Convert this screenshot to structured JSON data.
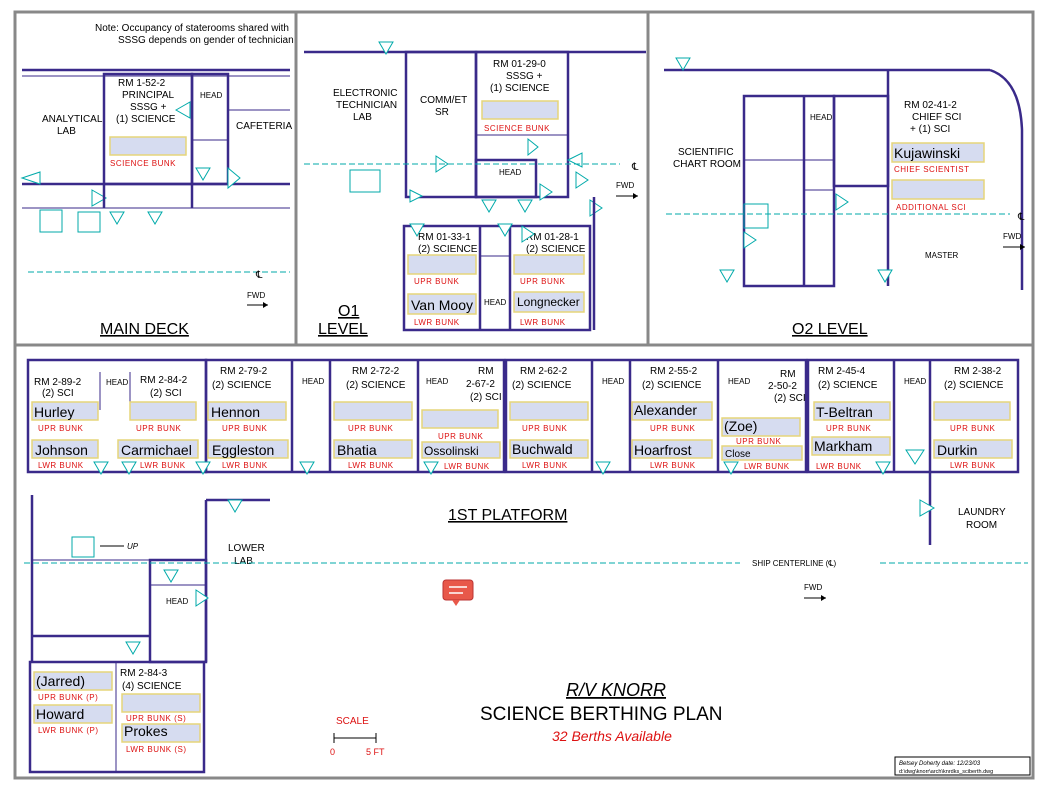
{
  "note": {
    "line1": "Note:   Occupancy of staterooms shared with",
    "line2": "SSSG depends on gender of technician"
  },
  "panels": {
    "main_deck": "MAIN DECK",
    "o1_line1": "O1",
    "o1_line2": "LEVEL",
    "o2_level": "O2 LEVEL",
    "first_platform": "1ST PLATFORM"
  },
  "rooms": {
    "analytical_lab": [
      "ANALYTICAL",
      "LAB"
    ],
    "cafeteria": "CAFETERIA",
    "rm152": [
      "RM 1-52-2",
      "PRINCIPAL",
      "SSSG +",
      "(1) SCIENCE"
    ],
    "science_bunk": "SCIENCE BUNK",
    "electronic_lab": [
      "ELECTRONIC",
      "TECHNICIAN",
      "LAB"
    ],
    "comm_et": [
      "COMM/ET",
      "SR"
    ],
    "rm01290": [
      "RM 01-29-0",
      "SSSG +",
      "(1) SCIENCE"
    ],
    "rm01331": [
      "RM 01-33-1",
      "(2) SCIENCE"
    ],
    "rm01281": [
      "RM 01-28-1",
      "(2) SCIENCE"
    ],
    "scientific_chart": [
      "SCIENTIFIC",
      "CHART ROOM"
    ],
    "rm02412": [
      "RM 02-41-2",
      "CHIEF SCI",
      "+ (1) SCI"
    ],
    "chief_scientist": "CHIEF SCIENTIST",
    "additional_sci": "ADDITIONAL SCI",
    "master": "MASTER",
    "rm2892": [
      "RM 2-89-2",
      "(2) SCI"
    ],
    "rm2842": [
      "RM 2-84-2",
      "(2) SCI"
    ],
    "rm2792": [
      "RM 2-79-2",
      "(2) SCIENCE"
    ],
    "rm2722": [
      "RM 2-72-2",
      "(2) SCIENCE"
    ],
    "rm2672": [
      "RM",
      "2-67-2",
      "(2) SCI"
    ],
    "rm2622": [
      "RM 2-62-2",
      "(2) SCIENCE"
    ],
    "rm2552": [
      "RM 2-55-2",
      "(2) SCIENCE"
    ],
    "rm2502": [
      "RM",
      "2-50-2",
      "(2) SCI"
    ],
    "rm2454": [
      "RM 2-45-4",
      "(2) SCIENCE"
    ],
    "rm2382": [
      "RM 2-38-2",
      "(2) SCIENCE"
    ],
    "laundry": [
      "LAUNDRY",
      "ROOM"
    ],
    "lower_lab": [
      "LOWER",
      "LAB"
    ],
    "rm2843": [
      "RM 2-84-3",
      "(4) SCIENCE"
    ]
  },
  "labels": {
    "head": "HEAD",
    "upr_bunk": "UPR BUNK",
    "lwr_bunk": "LWR BUNK",
    "upr_bunk_p": "UPR BUNK (P)",
    "lwr_bunk_p": "LWR BUNK (P)",
    "upr_bunk_s": "UPR BUNK (S)",
    "lwr_bunk_s": "LWR BUNK (S)",
    "fwd": "FWD",
    "up": "UP",
    "cl": "℄",
    "ship_centerline": "SHIP CENTERLINE (℄)"
  },
  "occupants": {
    "van_mooy": "Van Mooy",
    "longnecker": "Longnecker",
    "kujawinski": "Kujawinski",
    "hurley": "Hurley",
    "johnson": "Johnson",
    "carmichael": "Carmichael",
    "hennon": "Hennon",
    "eggleston": "Eggleston",
    "bhatia": "Bhatia",
    "ossolinski": "Ossolinski",
    "buchwald": "Buchwald",
    "alexander": "Alexander",
    "hoarfrost": "Hoarfrost",
    "zoe": "(Zoe)",
    "close": "Close",
    "t_beltran": "T-Beltran",
    "markham": "Markham",
    "durkin": "Durkin",
    "jarred": "(Jarred)",
    "howard": "Howard",
    "prokes": "Prokes"
  },
  "title": {
    "ship": "R/V KNORR",
    "plan": "SCIENCE BERTHING PLAN",
    "berths": "32 Berths Available"
  },
  "scale": {
    "label": "SCALE",
    "zero": "0",
    "five": "5 FT"
  },
  "titleblock": {
    "author": "Betsey Doherty   date:  12/23/03",
    "path": "d:\\dwg\\knorr\\arch\\knrdks_sciberth.dwg"
  },
  "colors": {
    "wall": "#3a2a8a",
    "cyan": "#00aaaa",
    "bunk_label": "#dd1111",
    "comment": "#e8584a"
  }
}
